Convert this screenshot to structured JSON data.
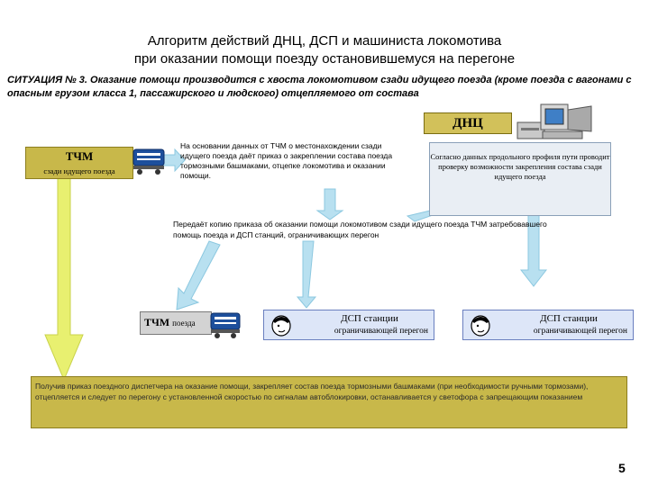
{
  "title": {
    "line1": "Алгоритм действий ДНЦ, ДСП и машиниста локомотива",
    "line2": "при оказании помощи поезду остановившемуся на перегоне"
  },
  "situation": "СИТУАЦИЯ № 3. Оказание помощи производится с хвоста локомотивом сзади идущего поезда (кроме поезда с вагонами с опасным грузом класса 1, пассажирского и людского) отцепляемого от состава",
  "dnc": {
    "label": "ДНЦ",
    "text": "Согласно данных продольного профиля пути проводит проверку возможности закрепления состава сзади идущего поезда"
  },
  "tchm_rear": {
    "label": "ТЧМ",
    "sublabel": "сзади идущего поезда"
  },
  "basis_text": "На основании данных от ТЧМ о местонахождении сзади идущего поезда даёт приказ о закреплении состава поезда тормозными башмаками, отцепке локомотива и оказании помощи.",
  "transfer_text": "Передаёт копию приказа об оказании помощи локомотивом сзади идущего поезда ТЧМ затребовавшего помощь поезда и ДСП станций, ограничивающих перегон",
  "tchm_train": {
    "label": "ТЧМ",
    "sublabel": "поезда"
  },
  "dsp_left": {
    "line1": "ДСП станции",
    "line2": "ограничивающей перегон"
  },
  "dsp_right": {
    "line1": "ДСП станции",
    "line2": "ограничивающей перегон"
  },
  "final_text": "Получив приказ поездного диспетчера на оказание помощи, закрепляет состав поезда тормозными башмаками (при необходимости ручными тормозами), отцепляется и следует по перегону с установленной скоростью по сигналам автоблокировки, останавливается у светофора с запрещающим показанием",
  "page_number": "5",
  "colors": {
    "olive": "#c8b84a",
    "arrow_green": "#e8f070",
    "arrow_blue": "#b8e0f0",
    "locomotive_blue": "#1d4f9c"
  },
  "icons": [
    "computer-icon",
    "locomotive-icon",
    "person-icon"
  ]
}
